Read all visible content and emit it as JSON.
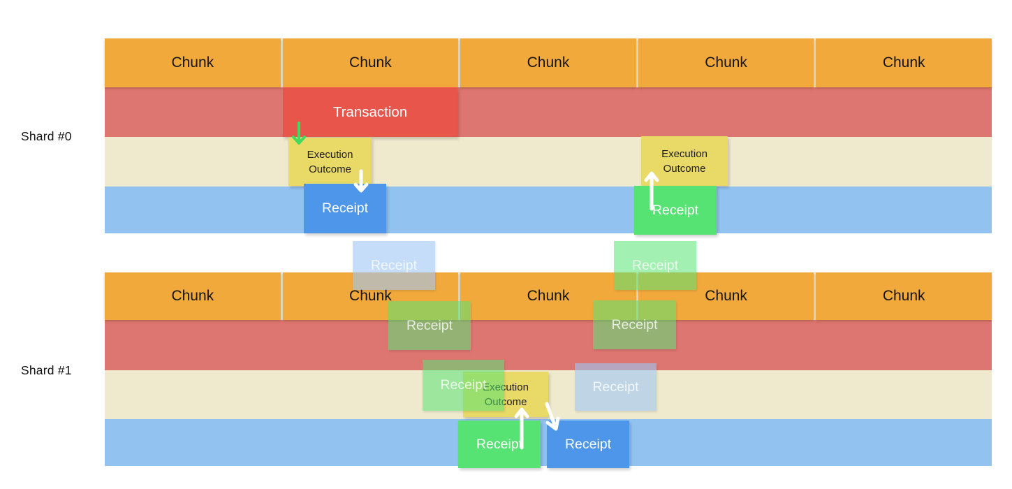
{
  "shard0": {
    "label": "Shard #0",
    "chunks": [
      "Chunk",
      "Chunk",
      "Chunk",
      "Chunk",
      "Chunk"
    ],
    "transaction": "Transaction",
    "execution_outcome_left": "Execution Outcome",
    "execution_outcome_right": "Execution Outcome",
    "receipt_outgoing": "Receipt",
    "receipt_incoming": "Receipt"
  },
  "cross_shard": {
    "receipt_to_shard1": "Receipt",
    "receipt_to_shard0": "Receipt"
  },
  "shard1": {
    "label": "Shard #1",
    "chunks": [
      "Chunk",
      "Chunk",
      "Chunk",
      "Chunk",
      "Chunk"
    ],
    "receipt_incoming_chunk": "Receipt",
    "receipt_outgoing_chunk": "Receipt",
    "receipt_faded_green": "Receipt",
    "execution_outcome": "Execution Outcome",
    "receipt_faded_blue": "Receipt",
    "receipt_green": "Receipt",
    "receipt_blue": "Receipt"
  },
  "colors": {
    "chunk_orange": "#F2A93C",
    "transaction_band_red": "#DD7571",
    "outcome_band_beige": "#EFE9CE",
    "receipt_band_blue": "#92C3F0",
    "transaction_box_red": "#E8554B",
    "execution_outcome_yellow": "#E9D966",
    "receipt_box_blue": "#4D96E9",
    "receipt_box_green": "#57E374",
    "arrow_green": "#43D95E",
    "arrow_white": "#FFFFFF"
  },
  "arrows": [
    {
      "name": "transaction-to-outcome-arrow",
      "direction": "down",
      "color": "#43D95E"
    },
    {
      "name": "outcome-to-receipt-arrow-shard0",
      "direction": "down",
      "color": "#FFFFFF"
    },
    {
      "name": "receipt-to-outcome-arrow-shard0",
      "direction": "up",
      "color": "#FFFFFF"
    },
    {
      "name": "receipt-to-outcome-arrow-shard1",
      "direction": "up",
      "color": "#FFFFFF"
    },
    {
      "name": "outcome-to-receipt-arrow-shard1",
      "direction": "down",
      "color": "#FFFFFF"
    }
  ]
}
